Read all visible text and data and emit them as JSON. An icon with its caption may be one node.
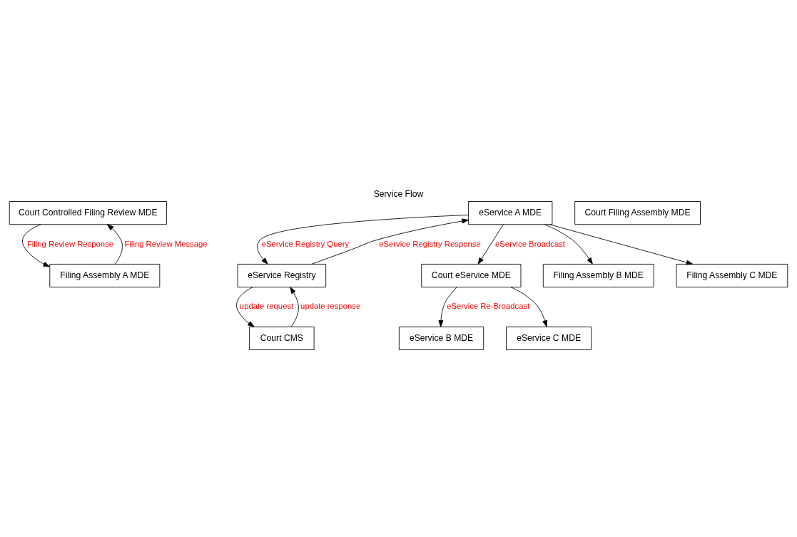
{
  "diagram": {
    "title": "Service Flow",
    "nodes": [
      {
        "text": [
          "Court Controlled Filing Review MDE"
        ]
      },
      {
        "text": [
          "Filing Assembly A MDE"
        ]
      },
      {
        "text": [
          "eService A MDE"
        ]
      },
      {
        "text": [
          "eService Registry"
        ]
      },
      {
        "text": [
          "Court CMS"
        ]
      },
      {
        "text": [
          "Court Filing Assembly MDE"
        ]
      },
      {
        "text": [
          "Court eService MDE"
        ]
      },
      {
        "text": [
          "Filing Assembly B MDE"
        ]
      },
      {
        "text": [
          "eService B MDE"
        ]
      },
      {
        "text": [
          "Filing Assembly C MDE"
        ]
      },
      {
        "text": [
          "eService C MDE"
        ]
      }
    ],
    "edges": [
      {
        "from": 1,
        "to": 0,
        "arrow": "to",
        "label": "Filing Review Message"
      },
      {
        "from": 0,
        "to": 1,
        "arrow": "to",
        "label": "Filing Review Response"
      },
      {
        "from": 2,
        "to": 3,
        "arrow": "to",
        "label": "eService Registry Query"
      },
      {
        "from": 3,
        "to": 2,
        "arrow": "to",
        "label": "eService Registry Response"
      },
      {
        "from": 3,
        "to": 4,
        "arrow": "to",
        "label": "update request"
      },
      {
        "from": 4,
        "to": 3,
        "arrow": "to",
        "label": "update response"
      },
      {
        "from": 2,
        "to": 7,
        "arrow": "to"
      },
      {
        "from": 2,
        "to": 9,
        "arrow": "to"
      },
      {
        "from": 2,
        "to": 6,
        "arrow": "to",
        "label": "eService Broadcast"
      },
      {
        "from": 6,
        "to": 8,
        "arrow": "to",
        "label": "eService Re-Broadcast"
      },
      {
        "from": 6,
        "to": 10,
        "arrow": "to"
      }
    ]
  }
}
